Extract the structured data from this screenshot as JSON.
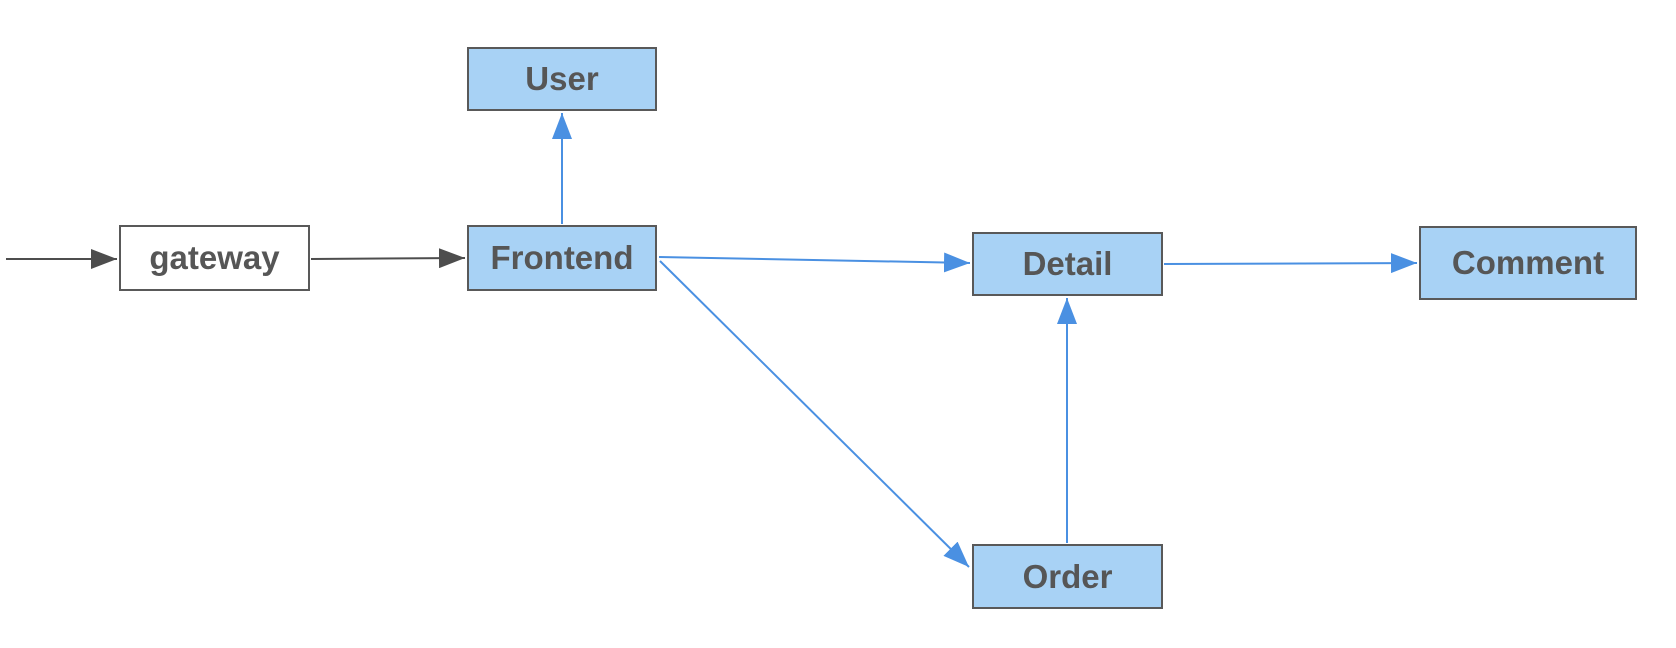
{
  "diagram": {
    "background": "#ffffff",
    "nodes": {
      "gateway": {
        "label": "gateway",
        "fill": "#ffffff",
        "border": "#595959"
      },
      "user": {
        "label": "User",
        "fill": "#a8d2f5",
        "border": "#595959"
      },
      "frontend": {
        "label": "Frontend",
        "fill": "#a8d2f5",
        "border": "#595959"
      },
      "detail": {
        "label": "Detail",
        "fill": "#a8d2f5",
        "border": "#595959"
      },
      "comment": {
        "label": "Comment",
        "fill": "#a8d2f5",
        "border": "#595959"
      },
      "order": {
        "label": "Order",
        "fill": "#a8d2f5",
        "border": "#595959"
      }
    },
    "edges": [
      {
        "from": "external-left",
        "to": "gateway",
        "color": "#4d4d4d",
        "kind": "gray-arrow"
      },
      {
        "from": "gateway",
        "to": "frontend",
        "color": "#4d4d4d",
        "kind": "gray-arrow"
      },
      {
        "from": "frontend",
        "to": "user",
        "color": "#4a90e2",
        "kind": "blue-arrow"
      },
      {
        "from": "frontend",
        "to": "detail",
        "color": "#4a90e2",
        "kind": "blue-arrow"
      },
      {
        "from": "frontend",
        "to": "order",
        "color": "#4a90e2",
        "kind": "blue-arrow"
      },
      {
        "from": "order",
        "to": "detail",
        "color": "#4a90e2",
        "kind": "blue-arrow"
      },
      {
        "from": "detail",
        "to": "comment",
        "color": "#4a90e2",
        "kind": "blue-arrow"
      }
    ],
    "colors": {
      "node_fill": "#a8d2f5",
      "node_border": "#595959",
      "text": "#565656",
      "arrow_blue": "#4a90e2",
      "arrow_gray": "#4d4d4d"
    }
  }
}
